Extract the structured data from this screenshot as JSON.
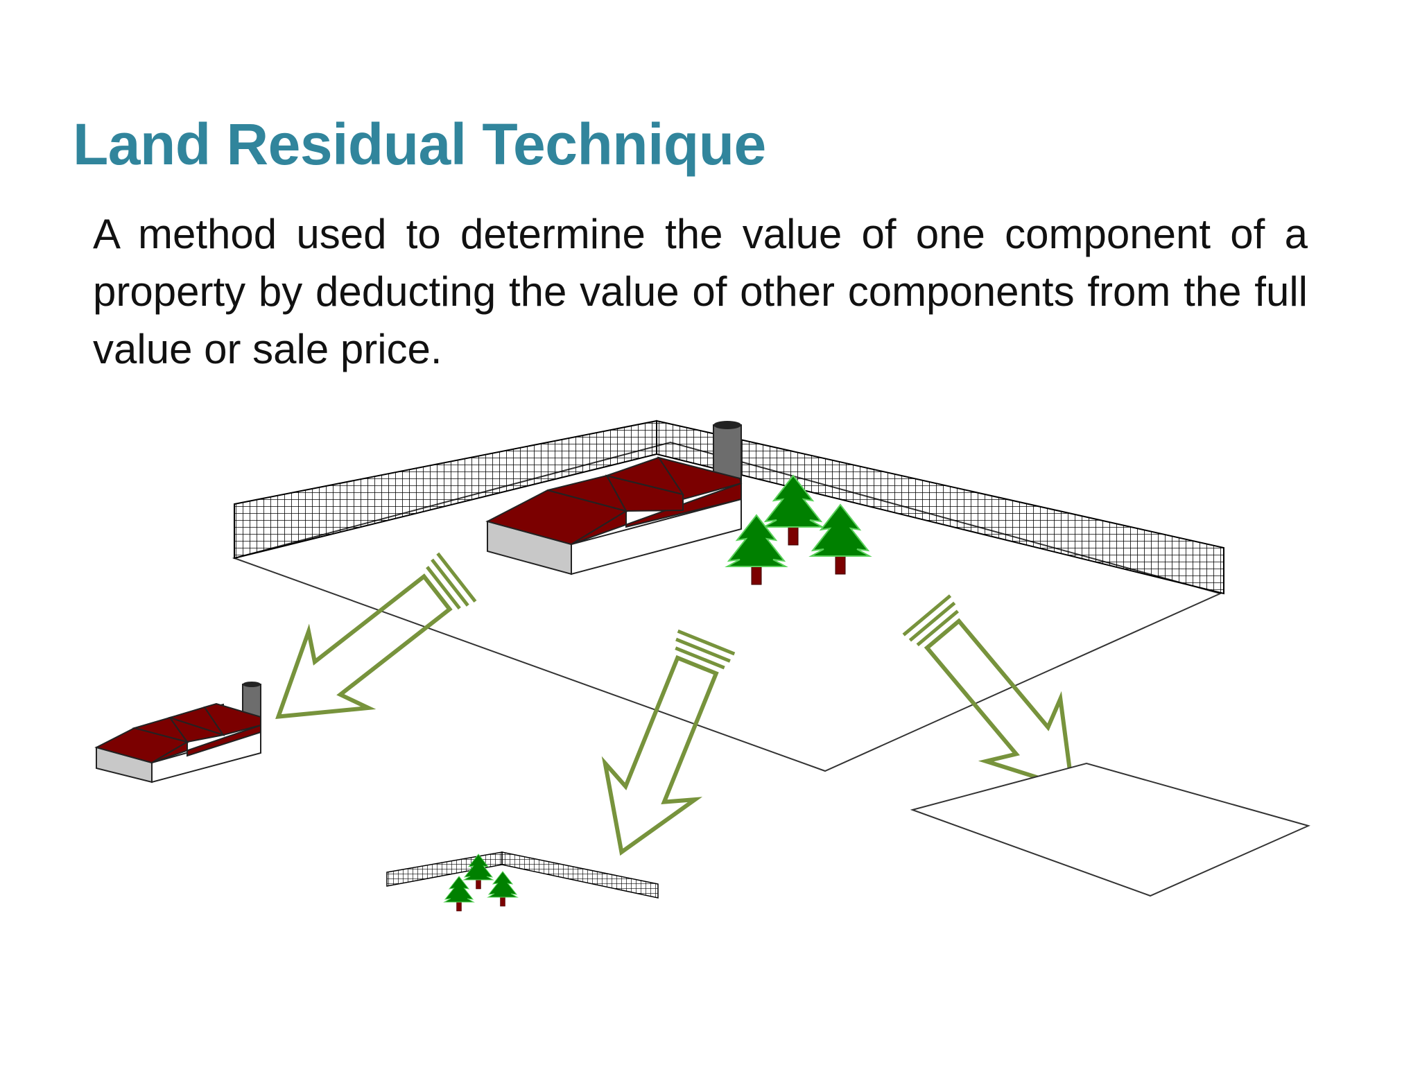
{
  "slide": {
    "title": "Land Residual Technique",
    "body": "A method used to determine the value of one component of a property by deducting the value of other components from the full value or sale price."
  },
  "colors": {
    "title": "#31859c",
    "roof": "#7b0000",
    "wall_front": "#c8c8c8",
    "chimney": "#6d6d6d",
    "tree_foliage": "#008000",
    "tree_trunk": "#7b0000",
    "arrow_outline": "#77933c",
    "fence_grid": "#000000"
  },
  "diagram": {
    "source_label": "full-property",
    "components": [
      "building",
      "land-improvements",
      "land"
    ],
    "icons": [
      "factory-icon",
      "fence-icon",
      "tree-icon",
      "arrow-icon",
      "land-parcel-icon"
    ]
  }
}
